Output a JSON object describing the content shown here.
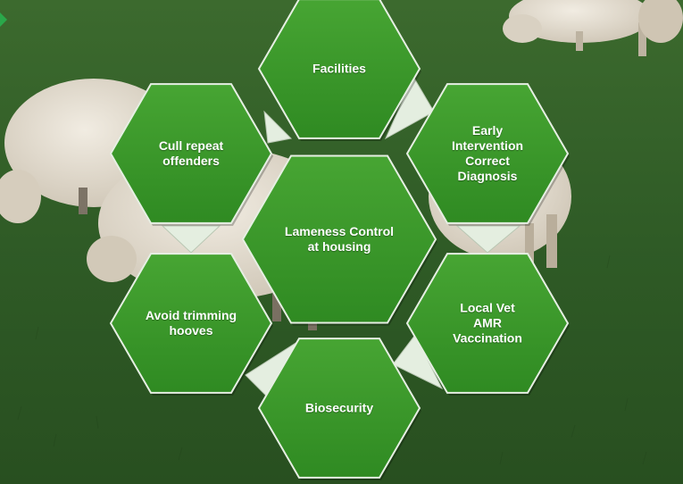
{
  "diagram": {
    "center": {
      "lines": [
        "Lameness Control",
        "at housing"
      ]
    },
    "hexagons": [
      {
        "id": "facilities",
        "lines": [
          "Facilities"
        ]
      },
      {
        "id": "early-intervention",
        "lines": [
          "Early",
          "Intervention",
          "",
          "Correct",
          "Diagnosis"
        ]
      },
      {
        "id": "local-vet",
        "lines": [
          "Local Vet",
          "",
          "AMR",
          "",
          "Vaccination"
        ]
      },
      {
        "id": "biosecurity",
        "lines": [
          "Biosecurity"
        ]
      },
      {
        "id": "avoid-trimming",
        "lines": [
          "Avoid trimming",
          "hooves"
        ]
      },
      {
        "id": "cull-repeat",
        "lines": [
          "Cull repeat",
          "offenders"
        ]
      }
    ]
  },
  "colors": {
    "hex_fill": "#3f9a2c",
    "hex_fill_dark": "#2f7d21",
    "hex_border": "#e6efe3",
    "connector_fill": "#e4eee0",
    "grass": "#2f5b26"
  }
}
